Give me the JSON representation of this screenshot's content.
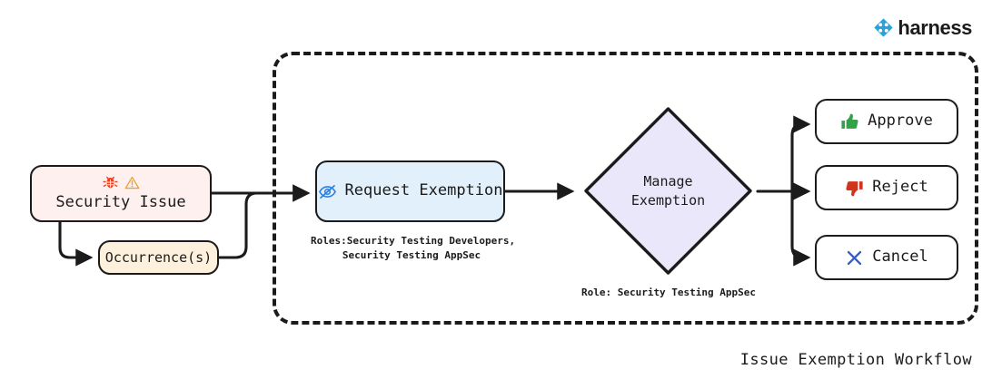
{
  "brand": {
    "name": "harness",
    "logo_icon": "harness-clover-icon",
    "logo_color": "#26a3dd"
  },
  "title": "Issue Exemption Workflow",
  "colors": {
    "stroke": "#1b1b1b",
    "security_issue_fill": "#fdf0ee",
    "occurrences_fill": "#fdf0dc",
    "request_exemption_fill": "#e1f0fb",
    "manage_exemption_fill": "#ebe7fa",
    "action_fill": "#ffffff",
    "bug_icon": "#e8411f",
    "warning_icon": "#f0a030",
    "eye_off_icon": "#2f7fe0",
    "approve_icon": "#35a04a",
    "reject_icon": "#d1341c",
    "cancel_icon": "#2b5fd9"
  },
  "nodes": {
    "security_issue": {
      "label": "Security Issue",
      "icons": [
        "bug-icon",
        "warning-triangle-icon"
      ]
    },
    "occurrences": {
      "label": "Occurrence(s)"
    },
    "request_exemption": {
      "label": "Request Exemption",
      "icon": "eye-off-icon",
      "caption": "Roles:Security Testing Developers,\nSecurity Testing AppSec"
    },
    "manage_exemption": {
      "label_line1": "Manage",
      "label_line2": "Exemption",
      "caption": "Role: Security Testing AppSec"
    }
  },
  "actions": [
    {
      "label": "Approve",
      "icon": "thumbs-up-icon"
    },
    {
      "label": "Reject",
      "icon": "thumbs-down-icon"
    },
    {
      "label": "Cancel",
      "icon": "cross-icon"
    }
  ]
}
